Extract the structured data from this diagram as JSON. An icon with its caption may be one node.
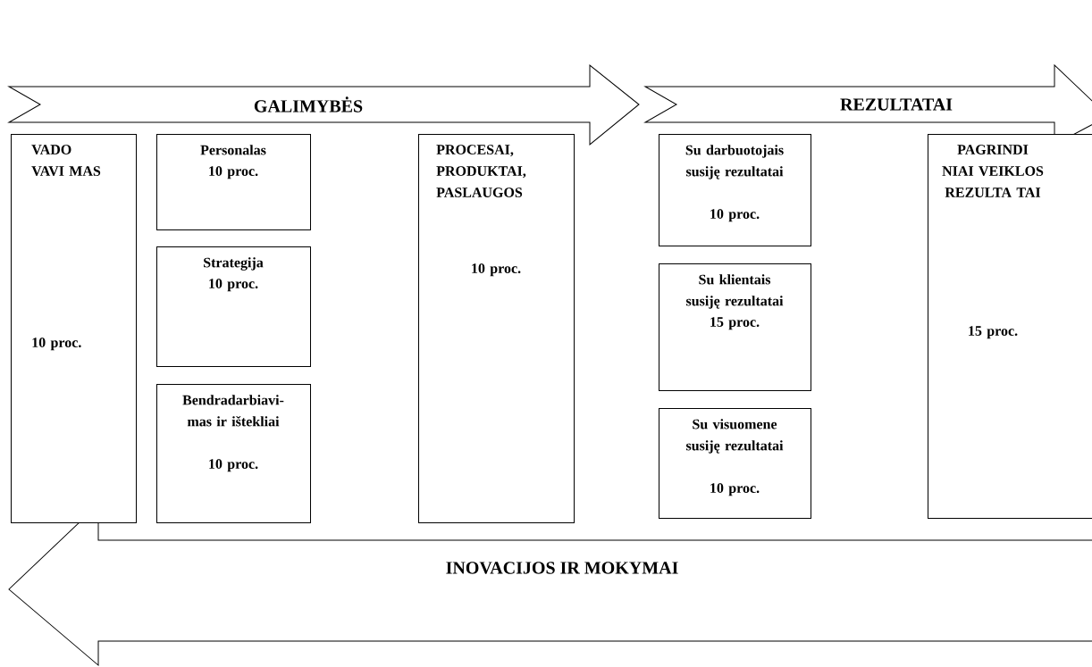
{
  "diagram": {
    "nodes": [
      {
        "text": [
          "GALIMYBĖS"
        ]
      },
      {
        "text": [
          "REZULTATAI"
        ]
      },
      {
        "text": [
          "VADO VAVI MAS",
          "10 proc."
        ]
      },
      {
        "text": [
          "Personalas",
          "10 proc."
        ]
      },
      {
        "text": [
          "Strategija",
          "10 proc."
        ]
      },
      {
        "text": [
          "Bendradarbiavi- mas ir ištekliai",
          "10 proc."
        ]
      },
      {
        "text": [
          "PROCESAI, PRODUKTAI, PASLAUGOS",
          "10 proc."
        ]
      },
      {
        "text": [
          "Su darbuotojais susiję rezultatai",
          "10 proc."
        ]
      },
      {
        "text": [
          "Su klientais susiję rezultatai",
          "15 proc."
        ]
      },
      {
        "text": [
          "Su visuomene susiję rezultatai",
          "10 proc."
        ]
      },
      {
        "text": [
          "PAGRINDI NIAI VEIKLOS REZULTA TAI",
          "15 proc."
        ]
      },
      {
        "text": [
          "INOVACIJOS IR MOKYMAI"
        ]
      }
    ]
  }
}
